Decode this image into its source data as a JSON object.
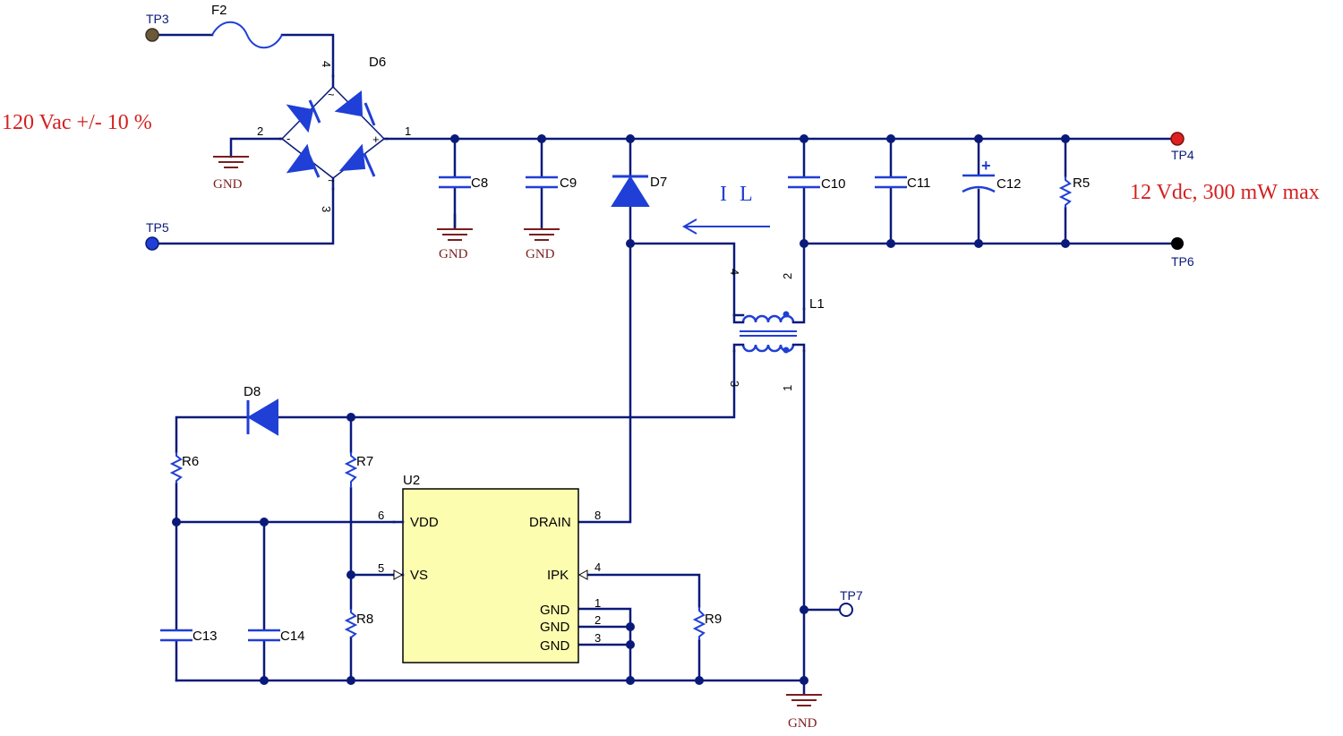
{
  "notes": {
    "input": "120 Vac +/- 10 %",
    "output": "12 Vdc, 300 mW max",
    "current": "I L"
  },
  "testpoints": {
    "tp3": "TP3",
    "tp4": "TP4",
    "tp5": "TP5",
    "tp6": "TP6",
    "tp7": "TP7"
  },
  "colors": {
    "wire": "#0a1a7a",
    "component": "#1f3fd6",
    "ground": "#7a1e1e",
    "note": "#d42020",
    "ic_fill": "#fdfdb0",
    "tp3": "#6b5a3a",
    "tp4": "#e02020"
  },
  "components": {
    "f2": "F2",
    "d6": "D6",
    "d7": "D7",
    "d8": "D8",
    "c8": "C8",
    "c9": "C9",
    "c10": "C10",
    "c11": "C11",
    "c12": "C12",
    "c13": "C13",
    "c14": "C14",
    "r5": "R5",
    "r6": "R6",
    "r7": "R7",
    "r8": "R8",
    "r9": "R9",
    "l1": "L1",
    "u2": "U2"
  },
  "ground_label": "GND",
  "bridge_pins": {
    "p1": "1",
    "p2": "2",
    "p3": "3",
    "p4": "4",
    "plus": "+",
    "minus": "-",
    "tilde": "~"
  },
  "transformer_pins": {
    "p1": "1",
    "p2": "2",
    "p3": "3",
    "p4": "4"
  },
  "c12_polarity": "+",
  "u2_pins": {
    "vdd": "VDD",
    "vs": "VS",
    "drain": "DRAIN",
    "ipk": "IPK",
    "gnd": "GND",
    "n1": "1",
    "n2": "2",
    "n3": "3",
    "n4": "4",
    "n5": "5",
    "n6": "6",
    "n8": "8"
  }
}
